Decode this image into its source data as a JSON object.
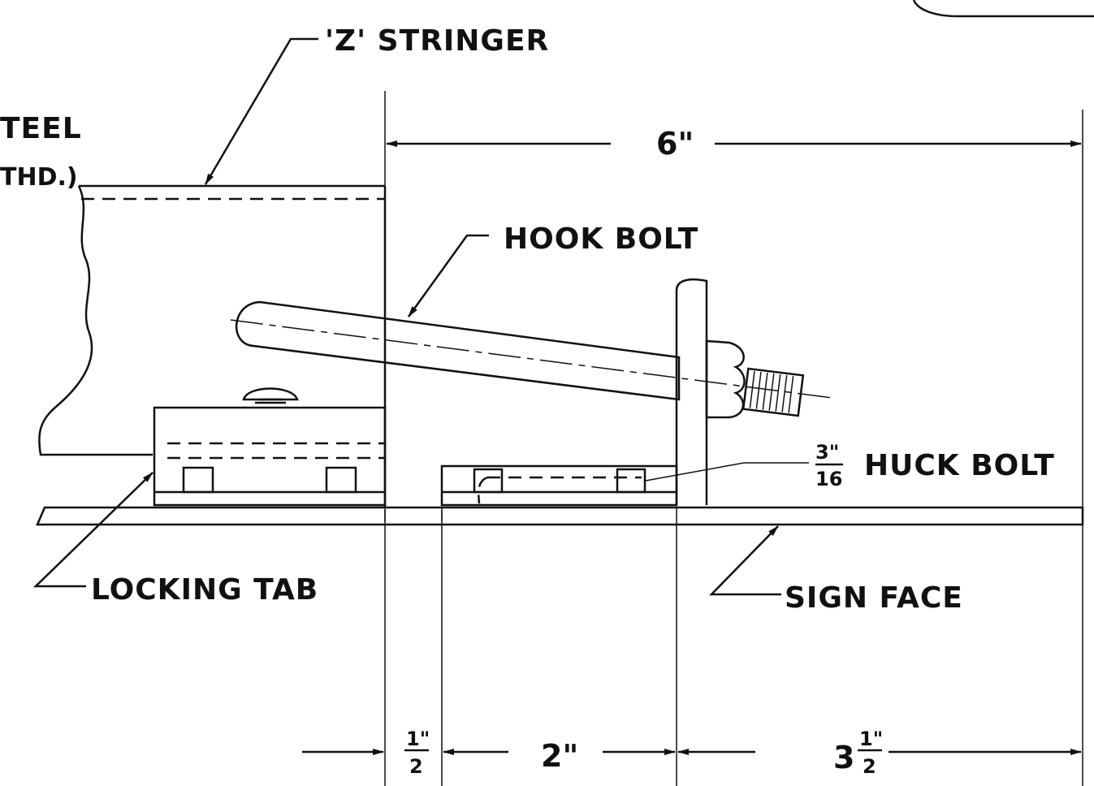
{
  "labels": {
    "z_stringer": "'Z' STRINGER",
    "steel_partial": "TEEL",
    "thd_partial": "THD.)",
    "hook_bolt": "HOOK BOLT",
    "huck_bolt": "HUCK BOLT",
    "huck_bolt_num": "3\"",
    "huck_bolt_den": "16",
    "locking_tab": "LOCKING TAB",
    "sign_face": "SIGN FACE"
  },
  "dimensions": {
    "overall": "6\"",
    "half_num": "1\"",
    "half_den": "2",
    "two": "2\"",
    "three_half_whole": "3",
    "three_half_num": "1\"",
    "three_half_den": "2"
  }
}
